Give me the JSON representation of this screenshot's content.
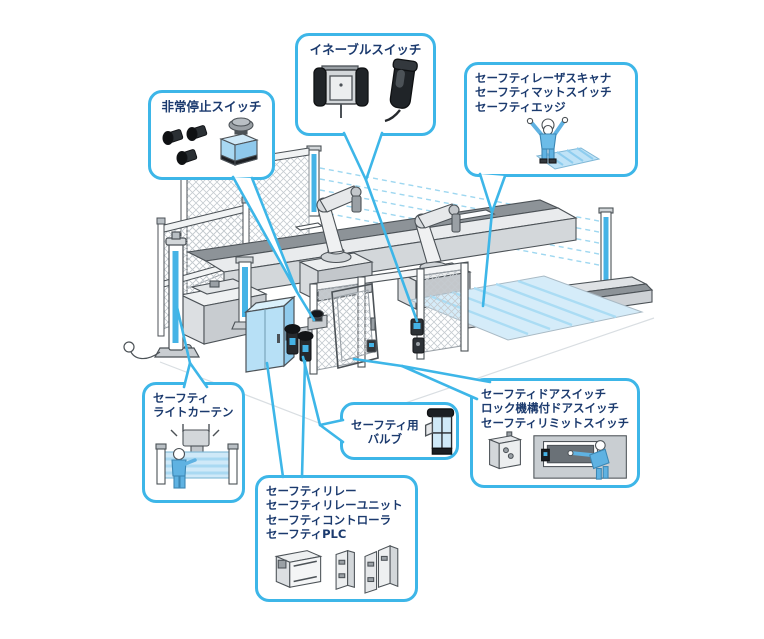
{
  "colors": {
    "accent": "#3db6e8",
    "label_text": "#1b3a6e",
    "device_dark": "#26292d",
    "machine_blue": "#b7e0f6",
    "mat_blue": "#d5ecf9"
  },
  "callouts": {
    "emergency_stop_switch": {
      "icon": "emergency-stop-switch-icon",
      "lines": [
        "非常停止スイッチ"
      ]
    },
    "enable_switch": {
      "icon": "enable-switch-icon",
      "lines": [
        "イネーブルスイッチ"
      ]
    },
    "laser_scanner_group": {
      "icon": "worker-on-safety-mat-icon",
      "lines": [
        "セーフティレーザスキャナ",
        "セーフティマットスイッチ",
        "セーフティエッジ"
      ]
    },
    "light_curtain": {
      "icon": "light-curtain-scene-icon",
      "lines": [
        "セーフティ",
        "ライトカーテン"
      ]
    },
    "safety_valve": {
      "icon": "safety-valve-icon",
      "lines": [
        "セーフティ用",
        "バルブ"
      ]
    },
    "door_switch_group": {
      "icon": "door-switch-scene-icon",
      "lines": [
        "セーフティドアスイッチ",
        "ロック機構付ドアスイッチ",
        "セーフティリミットスイッチ"
      ]
    },
    "controller_group": {
      "icon": "relay-plc-units-icon",
      "lines": [
        "セーフティリレー",
        "セーフティリレーユニット",
        "セーフティコントローラ",
        "セーフティPLC"
      ]
    }
  }
}
